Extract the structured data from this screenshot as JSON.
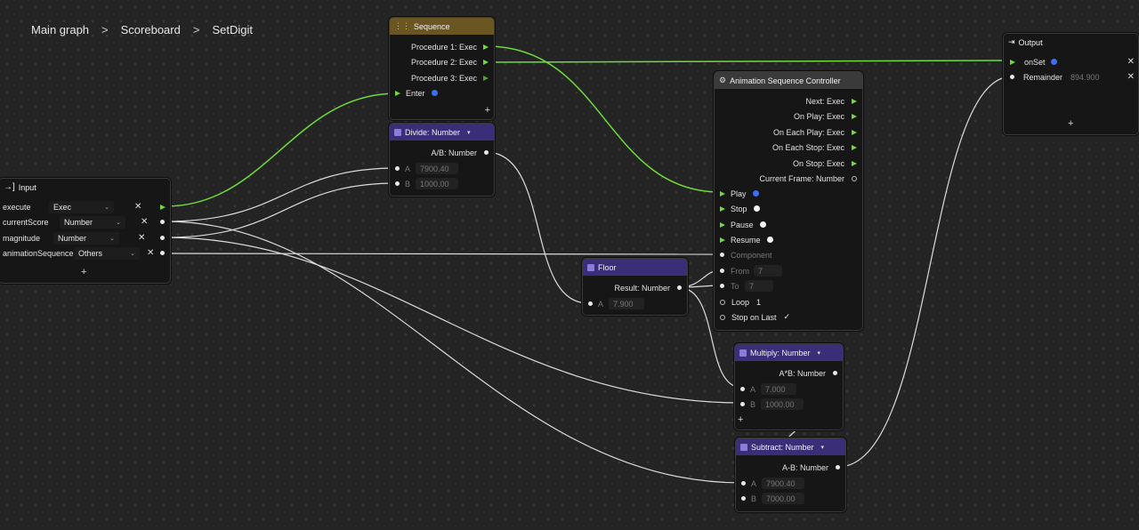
{
  "breadcrumb": [
    "Main graph",
    "Scoreboard",
    "SetDigit"
  ],
  "breadcrumb_separator": ">",
  "colors": {
    "exec": "#6fdc3c",
    "wire": "#dcdcdc",
    "math_header": "#3b2e79",
    "sequence_header": "#6a5623",
    "background": "#242424"
  },
  "input_node": {
    "title": "Input",
    "rows": [
      {
        "name": "execute",
        "type": "Exec"
      },
      {
        "name": "currentScore",
        "type": "Number"
      },
      {
        "name": "magnitude",
        "type": "Number"
      },
      {
        "name": "animationSequence",
        "type": "Others"
      }
    ],
    "add": "+"
  },
  "sequence_node": {
    "title": "Sequence",
    "outputs": [
      "Procedure 1: Exec",
      "Procedure 2: Exec",
      "Procedure 3: Exec"
    ],
    "input": "Enter",
    "add": "+"
  },
  "divide_node": {
    "title": "Divide: Number",
    "output": "A/B: Number",
    "inputs": [
      {
        "label": "A",
        "value": "7900.40"
      },
      {
        "label": "B",
        "value": "1000.00"
      }
    ]
  },
  "floor_node": {
    "title": "Floor",
    "output": "Result: Number",
    "inputs": [
      {
        "label": "A",
        "value": "7.900"
      }
    ]
  },
  "anim_node": {
    "title": "Animation Sequence Controller",
    "outputs": [
      "Next: Exec",
      "On Play: Exec",
      "On Each Play: Exec",
      "On Each Stop: Exec",
      "On Stop: Exec",
      "Current Frame: Number"
    ],
    "exec_inputs": [
      "Play",
      "Stop",
      "Pause",
      "Resume"
    ],
    "component": "Component",
    "from": {
      "label": "From",
      "value": "7"
    },
    "to": {
      "label": "To",
      "value": "7"
    },
    "loop": {
      "label": "Loop",
      "value": "1"
    },
    "stop_on_last": {
      "label": "Stop on Last",
      "checked": true
    }
  },
  "multiply_node": {
    "title": "Multiply: Number",
    "output": "A*B: Number",
    "inputs": [
      {
        "label": "A",
        "value": "7.000"
      },
      {
        "label": "B",
        "value": "1000.00"
      }
    ],
    "add": "+"
  },
  "subtract_node": {
    "title": "Subtract: Number",
    "output": "A-B: Number",
    "inputs": [
      {
        "label": "A",
        "value": "7900.40"
      },
      {
        "label": "B",
        "value": "7000.00"
      }
    ]
  },
  "output_node": {
    "title": "Output",
    "rows": [
      {
        "name": "onSet",
        "value": ""
      },
      {
        "name": "Remainder",
        "value": "894.900"
      }
    ],
    "add": "+"
  }
}
